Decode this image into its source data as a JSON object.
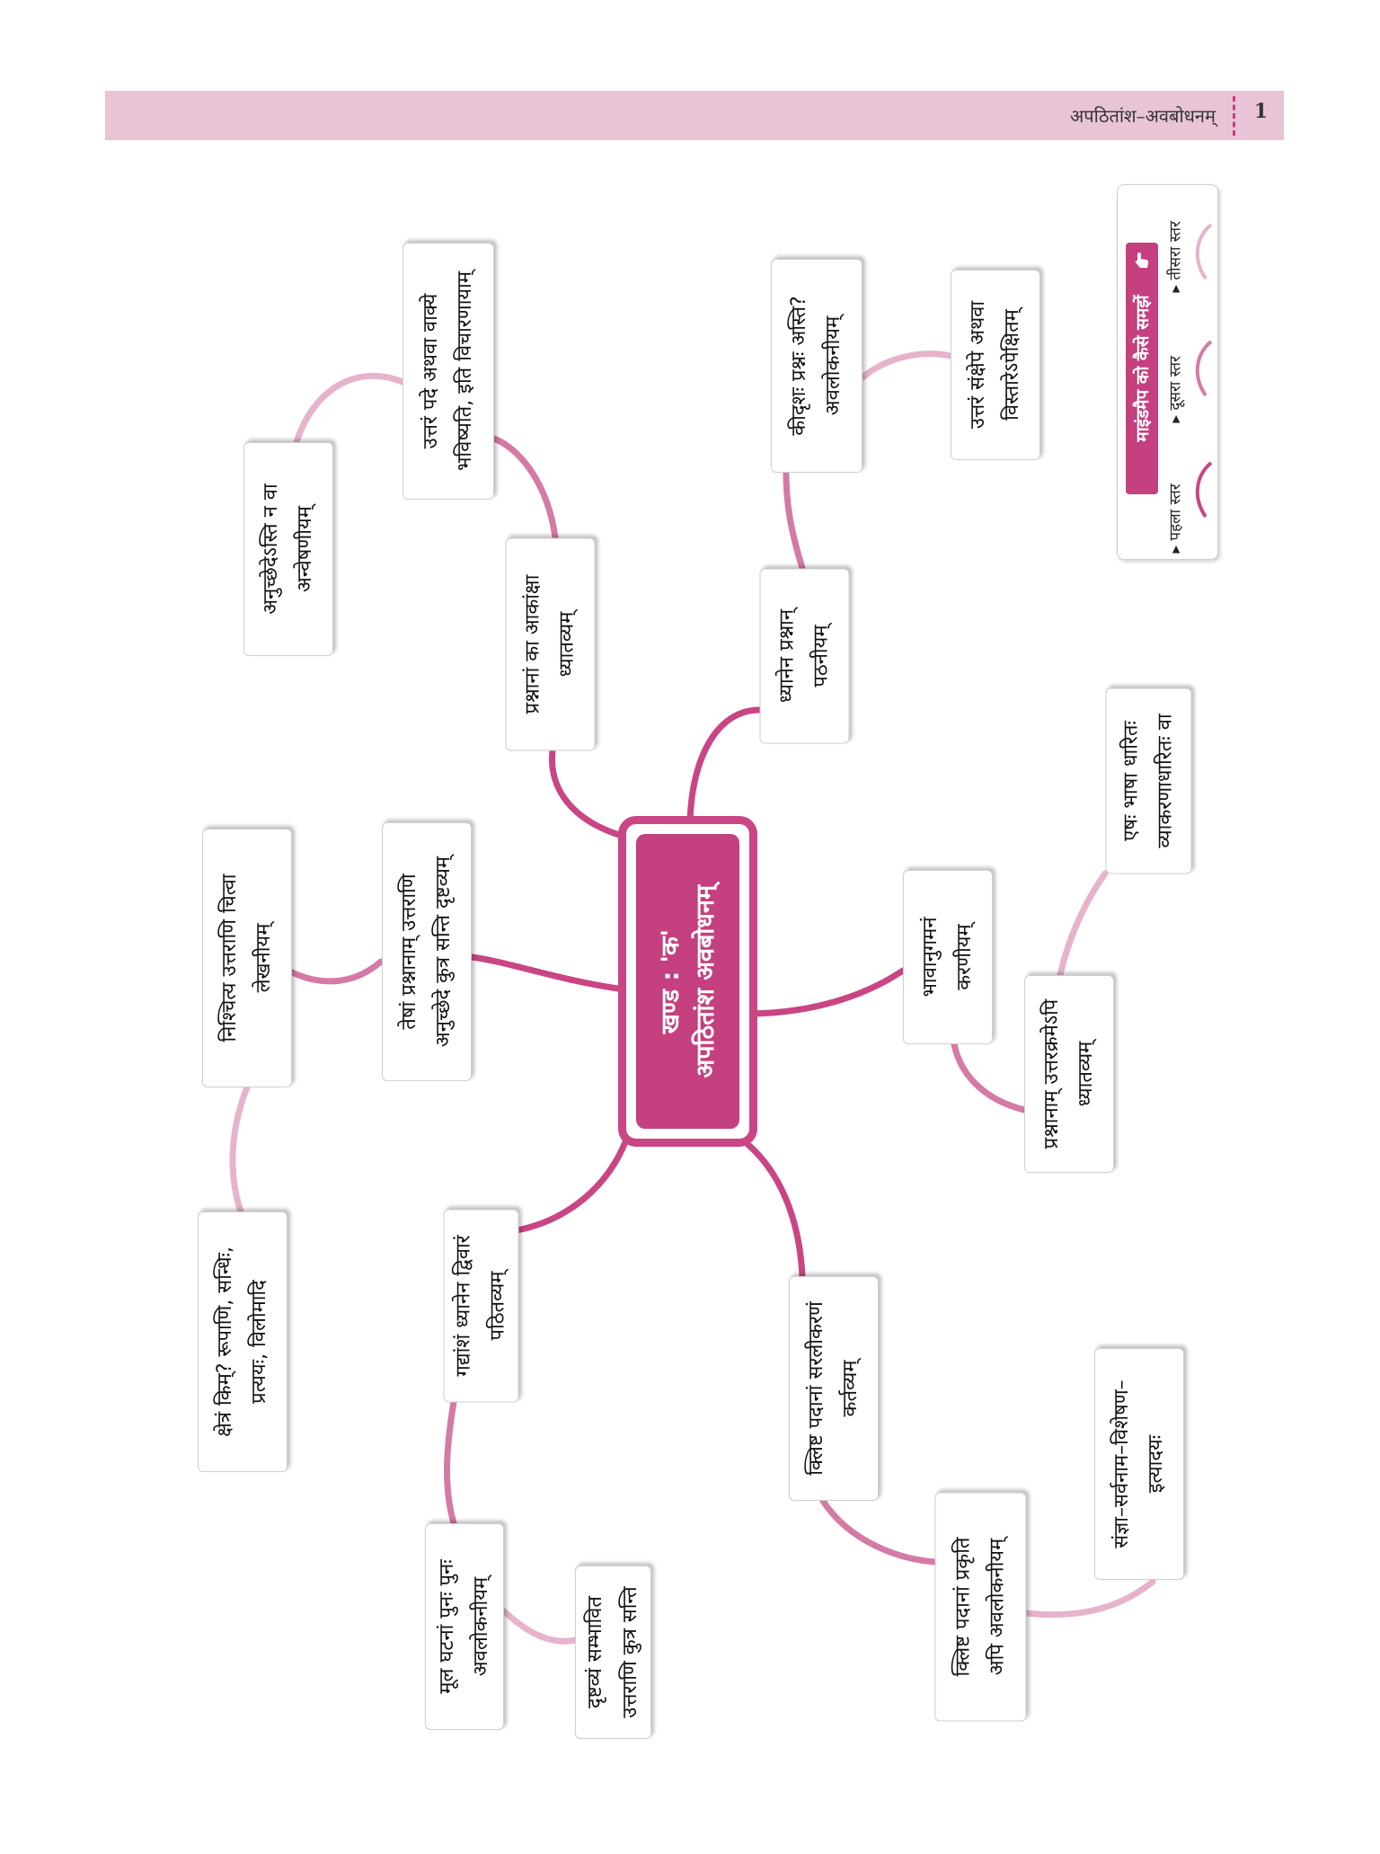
{
  "header": {
    "title": "अपठितांश–अवबोधनम्",
    "page_number": "1"
  },
  "center": {
    "line1": "खण्ड : 'क'",
    "line2": "अपठितांश अवबोधनम्"
  },
  "legend": {
    "title": "माइंडमैप को कैसे समझें",
    "levels": [
      "पहला स्तर",
      "दूसरा स्तर",
      "तीसरा स्तर"
    ],
    "colors": [
      "#c94585",
      "#d47aa5",
      "#e7b3cc"
    ]
  },
  "nodes": [
    {
      "id": "n1",
      "lines": [
        "प्रश्नानां का आकांक्षा",
        "ध्यातव्यम्"
      ]
    },
    {
      "id": "n2",
      "lines": [
        "उत्तरं पदे अथवा वाक्ये",
        "भविष्यति, इति विचारणायाम्"
      ]
    },
    {
      "id": "n3",
      "lines": [
        "अनुच्छेदेऽस्ति न वा",
        "अन्वेषणीयम्"
      ]
    },
    {
      "id": "n4",
      "lines": [
        "ध्यानेन प्रश्नान्",
        "पठनीयम्"
      ]
    },
    {
      "id": "n5",
      "lines": [
        "कीदृशः प्रश्नः अस्ति?",
        "अवलोकनीयम्"
      ]
    },
    {
      "id": "n6",
      "lines": [
        "उत्तरं संक्षेपे अथवा",
        "विस्तारेऽपेक्षितम्"
      ]
    },
    {
      "id": "n7",
      "lines": [
        "भावानुगमनं",
        "करणीयम्"
      ]
    },
    {
      "id": "n8",
      "lines": [
        "प्रश्नानाम् उत्तरक्रमेऽपि",
        "ध्यातव्यम्"
      ]
    },
    {
      "id": "n9",
      "lines": [
        "एषः भाषा धारितः",
        "व्याकरणाधारितः वा"
      ]
    },
    {
      "id": "n10",
      "lines": [
        "तेषां प्रश्नानाम् उत्तराणि",
        "अनुच्छेदे कुत्र सन्ति दृष्टव्यम्"
      ]
    },
    {
      "id": "n11",
      "lines": [
        "निश्चित्य उत्तराणि चित्वा",
        "लेखनीयम्"
      ]
    },
    {
      "id": "n12",
      "lines": [
        "क्षेत्रं किम्? रूपाणि, सन्धिः,",
        "प्रत्ययः, विलोमादि"
      ]
    },
    {
      "id": "n13",
      "lines": [
        "गद्यांशं ध्यानेन द्विवारं",
        "पठितव्यम्"
      ]
    },
    {
      "id": "n14",
      "lines": [
        "मूल घटनां पुनः पुनः",
        "अवलोकनीयम्"
      ]
    },
    {
      "id": "n15",
      "lines": [
        "दृष्टव्यं सम्भावित",
        "उत्तराणि कुत्र सन्ति"
      ]
    },
    {
      "id": "n16",
      "lines": [
        "क्लिष्ट पदानां सरलीकरणं",
        "कर्तव्यम्"
      ]
    },
    {
      "id": "n17",
      "lines": [
        "क्लिष्ट पदानां प्रकृति",
        "अपि अवलोकनीयम्"
      ]
    },
    {
      "id": "n18",
      "lines": [
        "संज्ञा–सर्वनाम–विशेषण–",
        "इत्यादयः"
      ]
    }
  ]
}
